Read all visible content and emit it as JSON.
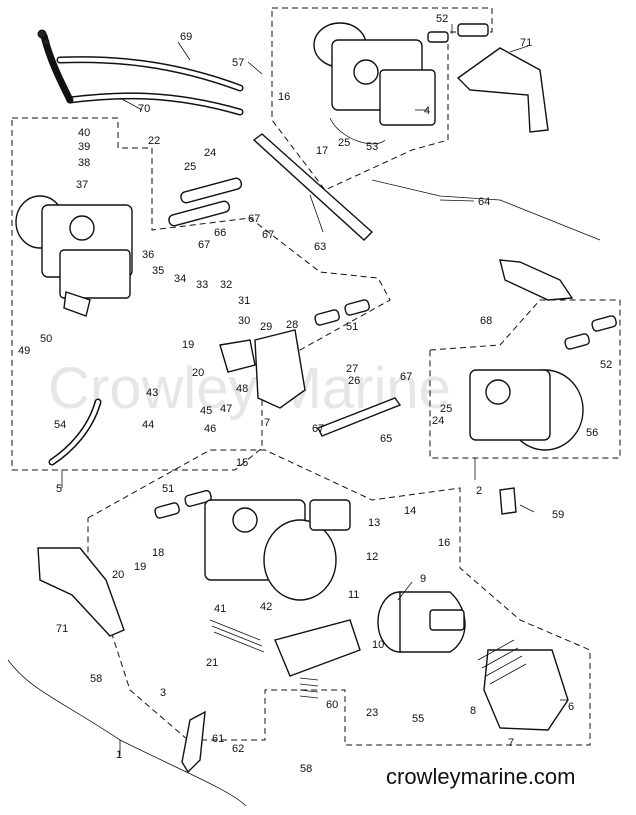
{
  "watermark": "Crowley Marine",
  "site_label": "crowleymarine.com",
  "callouts": [
    {
      "id": "69",
      "text": "69"
    },
    {
      "id": "70",
      "text": "70"
    },
    {
      "id": "57",
      "text": "57"
    },
    {
      "id": "52a",
      "text": "52"
    },
    {
      "id": "71a",
      "text": "71"
    },
    {
      "id": "16a",
      "text": "16"
    },
    {
      "id": "4",
      "text": "4"
    },
    {
      "id": "17a",
      "text": "17"
    },
    {
      "id": "25a",
      "text": "25"
    },
    {
      "id": "53",
      "text": "53"
    },
    {
      "id": "40",
      "text": "40"
    },
    {
      "id": "39",
      "text": "39"
    },
    {
      "id": "22",
      "text": "22"
    },
    {
      "id": "38",
      "text": "38"
    },
    {
      "id": "25b",
      "text": "25"
    },
    {
      "id": "24a",
      "text": "24"
    },
    {
      "id": "37",
      "text": "37"
    },
    {
      "id": "67a",
      "text": "67"
    },
    {
      "id": "67b",
      "text": "67"
    },
    {
      "id": "66",
      "text": "66"
    },
    {
      "id": "67c",
      "text": "67"
    },
    {
      "id": "63",
      "text": "63"
    },
    {
      "id": "64",
      "text": "64"
    },
    {
      "id": "36",
      "text": "36"
    },
    {
      "id": "35",
      "text": "35"
    },
    {
      "id": "34",
      "text": "34"
    },
    {
      "id": "33",
      "text": "33"
    },
    {
      "id": "32",
      "text": "32"
    },
    {
      "id": "31",
      "text": "31"
    },
    {
      "id": "30",
      "text": "30"
    },
    {
      "id": "29",
      "text": "29"
    },
    {
      "id": "28",
      "text": "28"
    },
    {
      "id": "51a",
      "text": "51"
    },
    {
      "id": "68",
      "text": "68"
    },
    {
      "id": "52b",
      "text": "52"
    },
    {
      "id": "49",
      "text": "49"
    },
    {
      "id": "50",
      "text": "50"
    },
    {
      "id": "19a",
      "text": "19"
    },
    {
      "id": "20a",
      "text": "20"
    },
    {
      "id": "48",
      "text": "48"
    },
    {
      "id": "27",
      "text": "27"
    },
    {
      "id": "26",
      "text": "26"
    },
    {
      "id": "67d",
      "text": "67"
    },
    {
      "id": "43",
      "text": "43"
    },
    {
      "id": "47",
      "text": "47"
    },
    {
      "id": "45",
      "text": "45"
    },
    {
      "id": "7a",
      "text": "7"
    },
    {
      "id": "25c",
      "text": "25"
    },
    {
      "id": "24b",
      "text": "24"
    },
    {
      "id": "54",
      "text": "54"
    },
    {
      "id": "44",
      "text": "44"
    },
    {
      "id": "46",
      "text": "46"
    },
    {
      "id": "67e",
      "text": "67"
    },
    {
      "id": "65",
      "text": "65"
    },
    {
      "id": "56",
      "text": "56"
    },
    {
      "id": "15",
      "text": "15"
    },
    {
      "id": "5",
      "text": "5"
    },
    {
      "id": "2",
      "text": "2"
    },
    {
      "id": "51b",
      "text": "51"
    },
    {
      "id": "14",
      "text": "14"
    },
    {
      "id": "13",
      "text": "13"
    },
    {
      "id": "59",
      "text": "59"
    },
    {
      "id": "16b",
      "text": "16"
    },
    {
      "id": "18",
      "text": "18"
    },
    {
      "id": "12",
      "text": "12"
    },
    {
      "id": "20b",
      "text": "20"
    },
    {
      "id": "19b",
      "text": "19"
    },
    {
      "id": "9",
      "text": "9"
    },
    {
      "id": "41",
      "text": "41"
    },
    {
      "id": "42",
      "text": "42"
    },
    {
      "id": "11",
      "text": "11"
    },
    {
      "id": "71b",
      "text": "71"
    },
    {
      "id": "10",
      "text": "10"
    },
    {
      "id": "21",
      "text": "21"
    },
    {
      "id": "58a",
      "text": "58"
    },
    {
      "id": "3",
      "text": "3"
    },
    {
      "id": "60",
      "text": "60"
    },
    {
      "id": "23",
      "text": "23"
    },
    {
      "id": "55",
      "text": "55"
    },
    {
      "id": "8",
      "text": "8"
    },
    {
      "id": "6",
      "text": "6"
    },
    {
      "id": "1",
      "text": "1"
    },
    {
      "id": "61",
      "text": "61"
    },
    {
      "id": "62",
      "text": "62"
    },
    {
      "id": "7b",
      "text": "7"
    },
    {
      "id": "58b",
      "text": "58"
    }
  ]
}
